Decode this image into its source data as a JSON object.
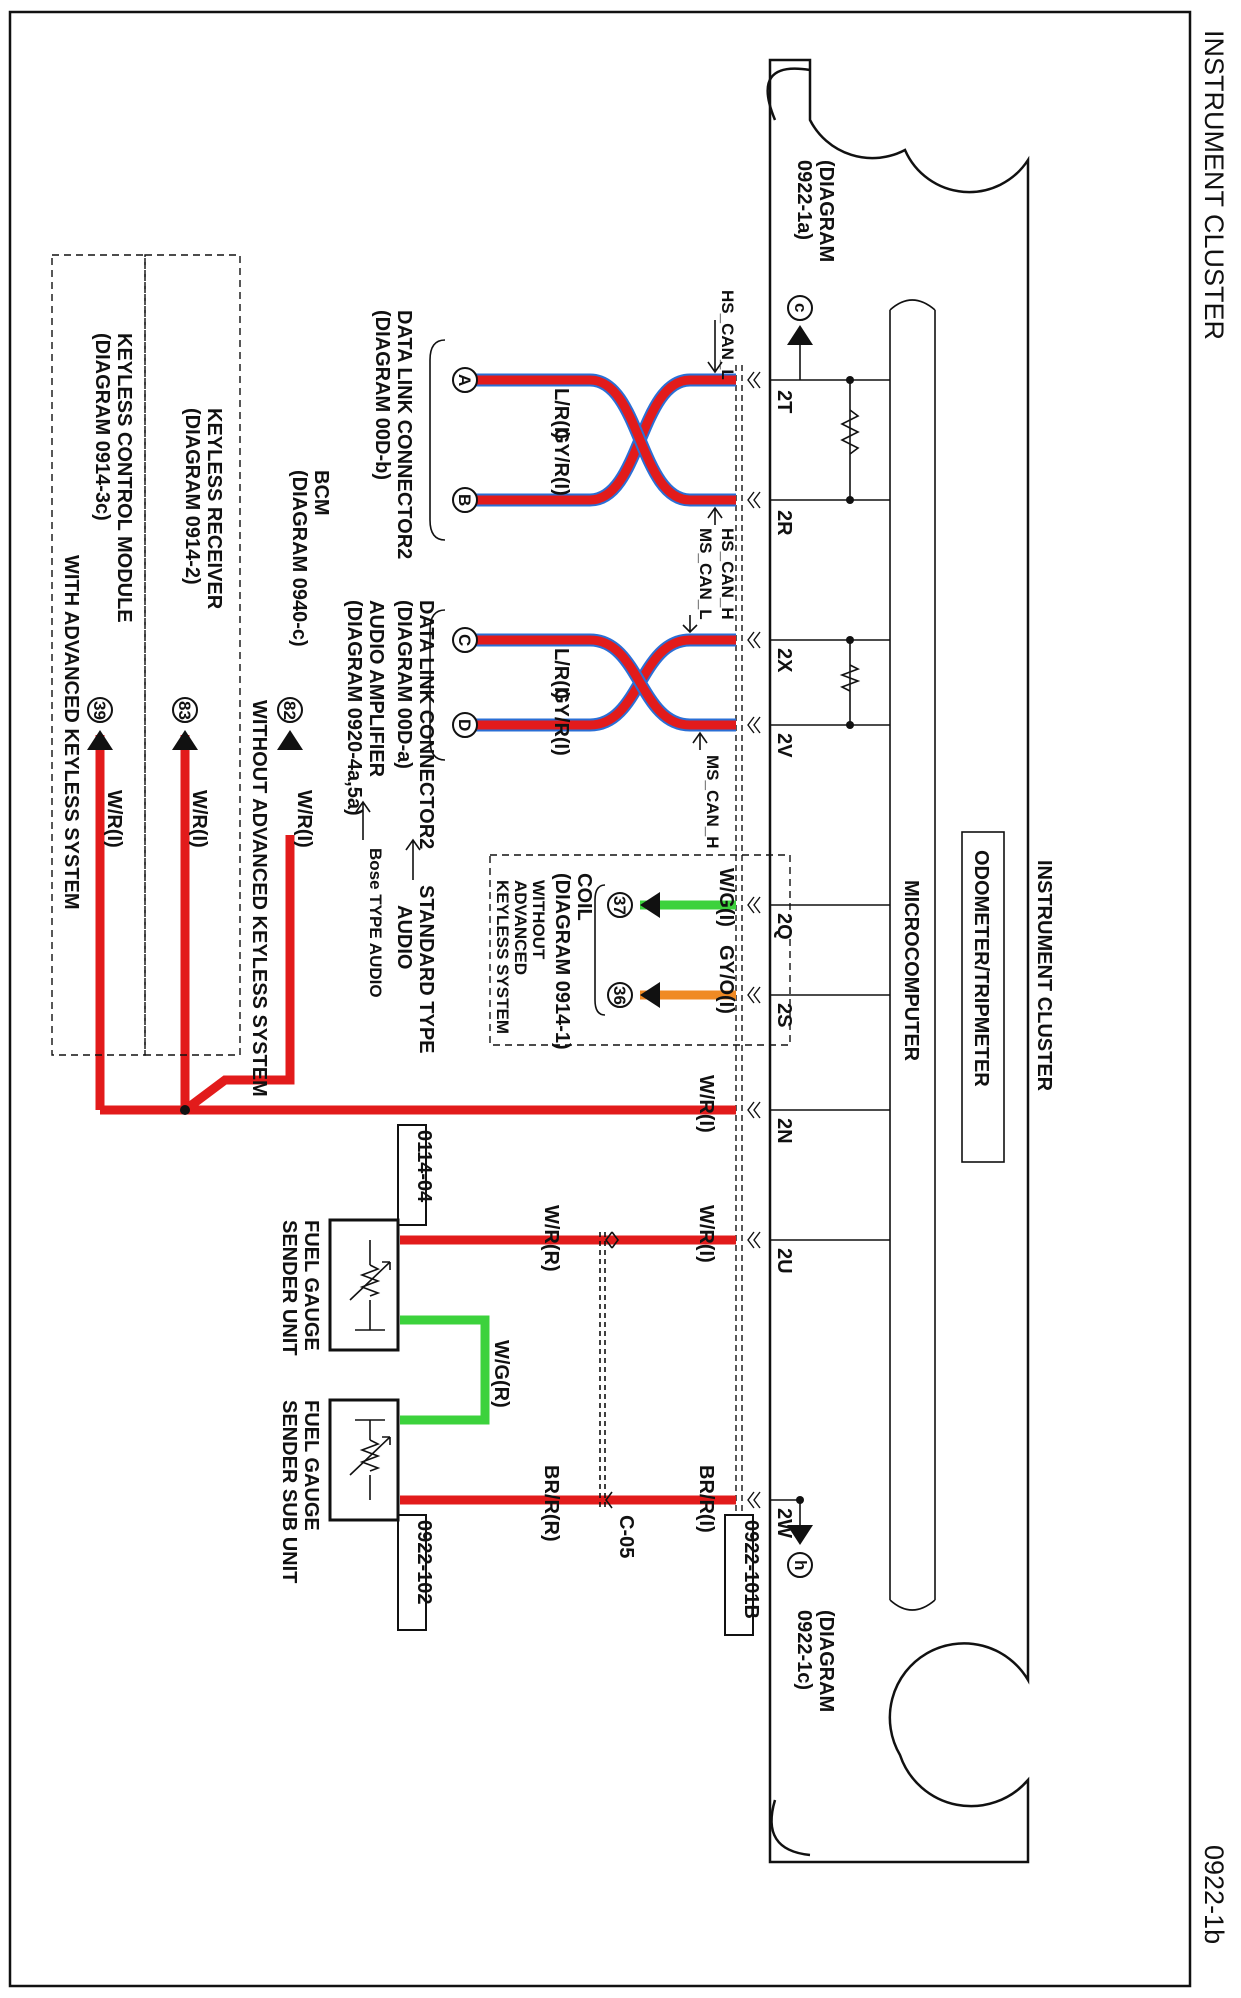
{
  "header": {
    "title": "INSTRUMENT CLUSTER",
    "page_code": "0922-1b"
  },
  "cluster": {
    "label": "INSTRUMENT CLUSTER",
    "odometer": "ODOMETER/TRIPMETER",
    "microcomputer": "MICROCOMPUTER"
  },
  "refs": {
    "c": {
      "symbol": "c",
      "line1": "(DIAGRAM",
      "line2": "0922-1a)"
    },
    "h": {
      "symbol": "h",
      "line1": "(DIAGRAM",
      "line2": "0922-1c)"
    }
  },
  "pins": [
    "2T",
    "2R",
    "2X",
    "2V",
    "2Q",
    "2S",
    "2N",
    "2U",
    "2W"
  ],
  "signals": {
    "hs_can_l": "HS_CAN_L",
    "hs_can_h": "HS_CAN_H",
    "ms_can_l": "MS_CAN_L",
    "ms_can_h": "MS_CAN_H"
  },
  "wires": {
    "lr1": "L/R(I)",
    "gyr1": "GY/R(I)",
    "lr2": "L/R(I)",
    "gyr2": "GY/R(I)",
    "wg_i": "W/G(I)",
    "gyo_i": "GY/O(I)",
    "wr_2n": "W/R(I)",
    "wr_2u_i": "W/R(I)",
    "wr_2u_r": "W/R(R)",
    "brr_i": "BR/R(I)",
    "brr_r": "BR/R(R)",
    "wg_r": "W/G(R)",
    "wr_82": "W/R(I)",
    "wr_83": "W/R(I)",
    "wr_39": "W/R(I)"
  },
  "connectors": {
    "a": "A",
    "b": "B",
    "c": "C",
    "d": "D",
    "n37": "37",
    "n36": "36",
    "n82": "82",
    "n83": "83",
    "n39": "39"
  },
  "boxes": {
    "b1": "0922-101B",
    "b2": "0114-04",
    "b3": "0922-102",
    "c05": "C-05"
  },
  "dlc1": {
    "line1": "DATA LINK CONNECTOR2",
    "line2": "(DIAGRAM 00D-b)"
  },
  "dlc2": {
    "line1": "DATA LINK CONNECTOR2",
    "line2": "(DIAGRAM 00D-a)",
    "line3": "AUDIO AMPLIFIER",
    "line4": "(DIAGRAM 0920-4a,5a)",
    "std": "STANDARD TYPE",
    "std2": "AUDIO",
    "bose": "Bose TYPE AUDIO"
  },
  "coil": {
    "line1": "COIL",
    "line2": "(DIAGRAM 0914-1)",
    "line3": "WITHOUT",
    "line4": "ADVANCED",
    "line5": "KEYLESS SYSTEM"
  },
  "bcm": {
    "line1": "BCM",
    "line2": "(DIAGRAM 0940-c)"
  },
  "receiver": {
    "line1": "KEYLESS RECEIVER",
    "line2": "(DIAGRAM 0914-2)"
  },
  "without_adv": "WITHOUT ADVANCED KEYLESS SYSTEM",
  "kcm": {
    "line1": "KEYLESS CONTROL MODULE",
    "line2": "(DIAGRAM 0914-3c)"
  },
  "with_adv": "WITH ADVANCED KEYLESS SYSTEM",
  "fuel_main": {
    "line1": "FUEL GAUGE",
    "line2": "SENDER UNIT"
  },
  "fuel_sub": {
    "line1": "FUEL GAUGE",
    "line2": "SENDER SUB UNIT"
  }
}
